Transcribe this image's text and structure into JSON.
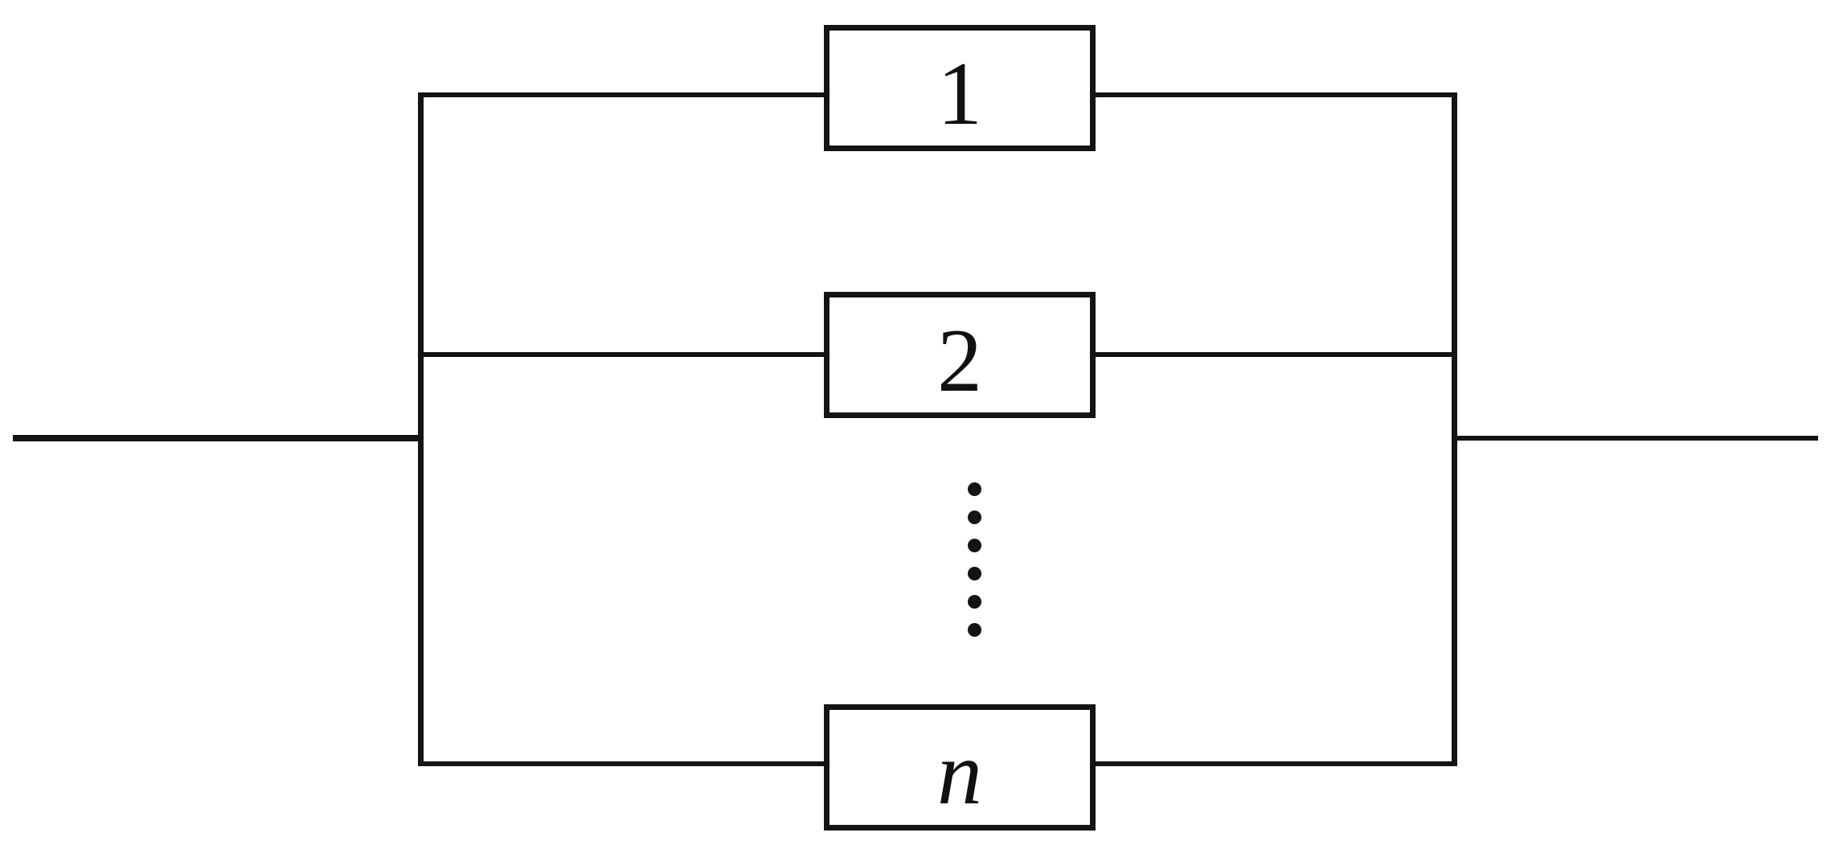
{
  "diagram": {
    "kind": "parallel-system-reliability-block-diagram",
    "background_color": "#ffffff",
    "line_color": "#141414",
    "blocks": [
      {
        "label": "1",
        "italic": false
      },
      {
        "label": "2",
        "italic": false
      },
      {
        "label": "n",
        "italic": true
      }
    ],
    "ellipsis": {
      "dot_count": 6,
      "orientation": "vertical"
    }
  }
}
